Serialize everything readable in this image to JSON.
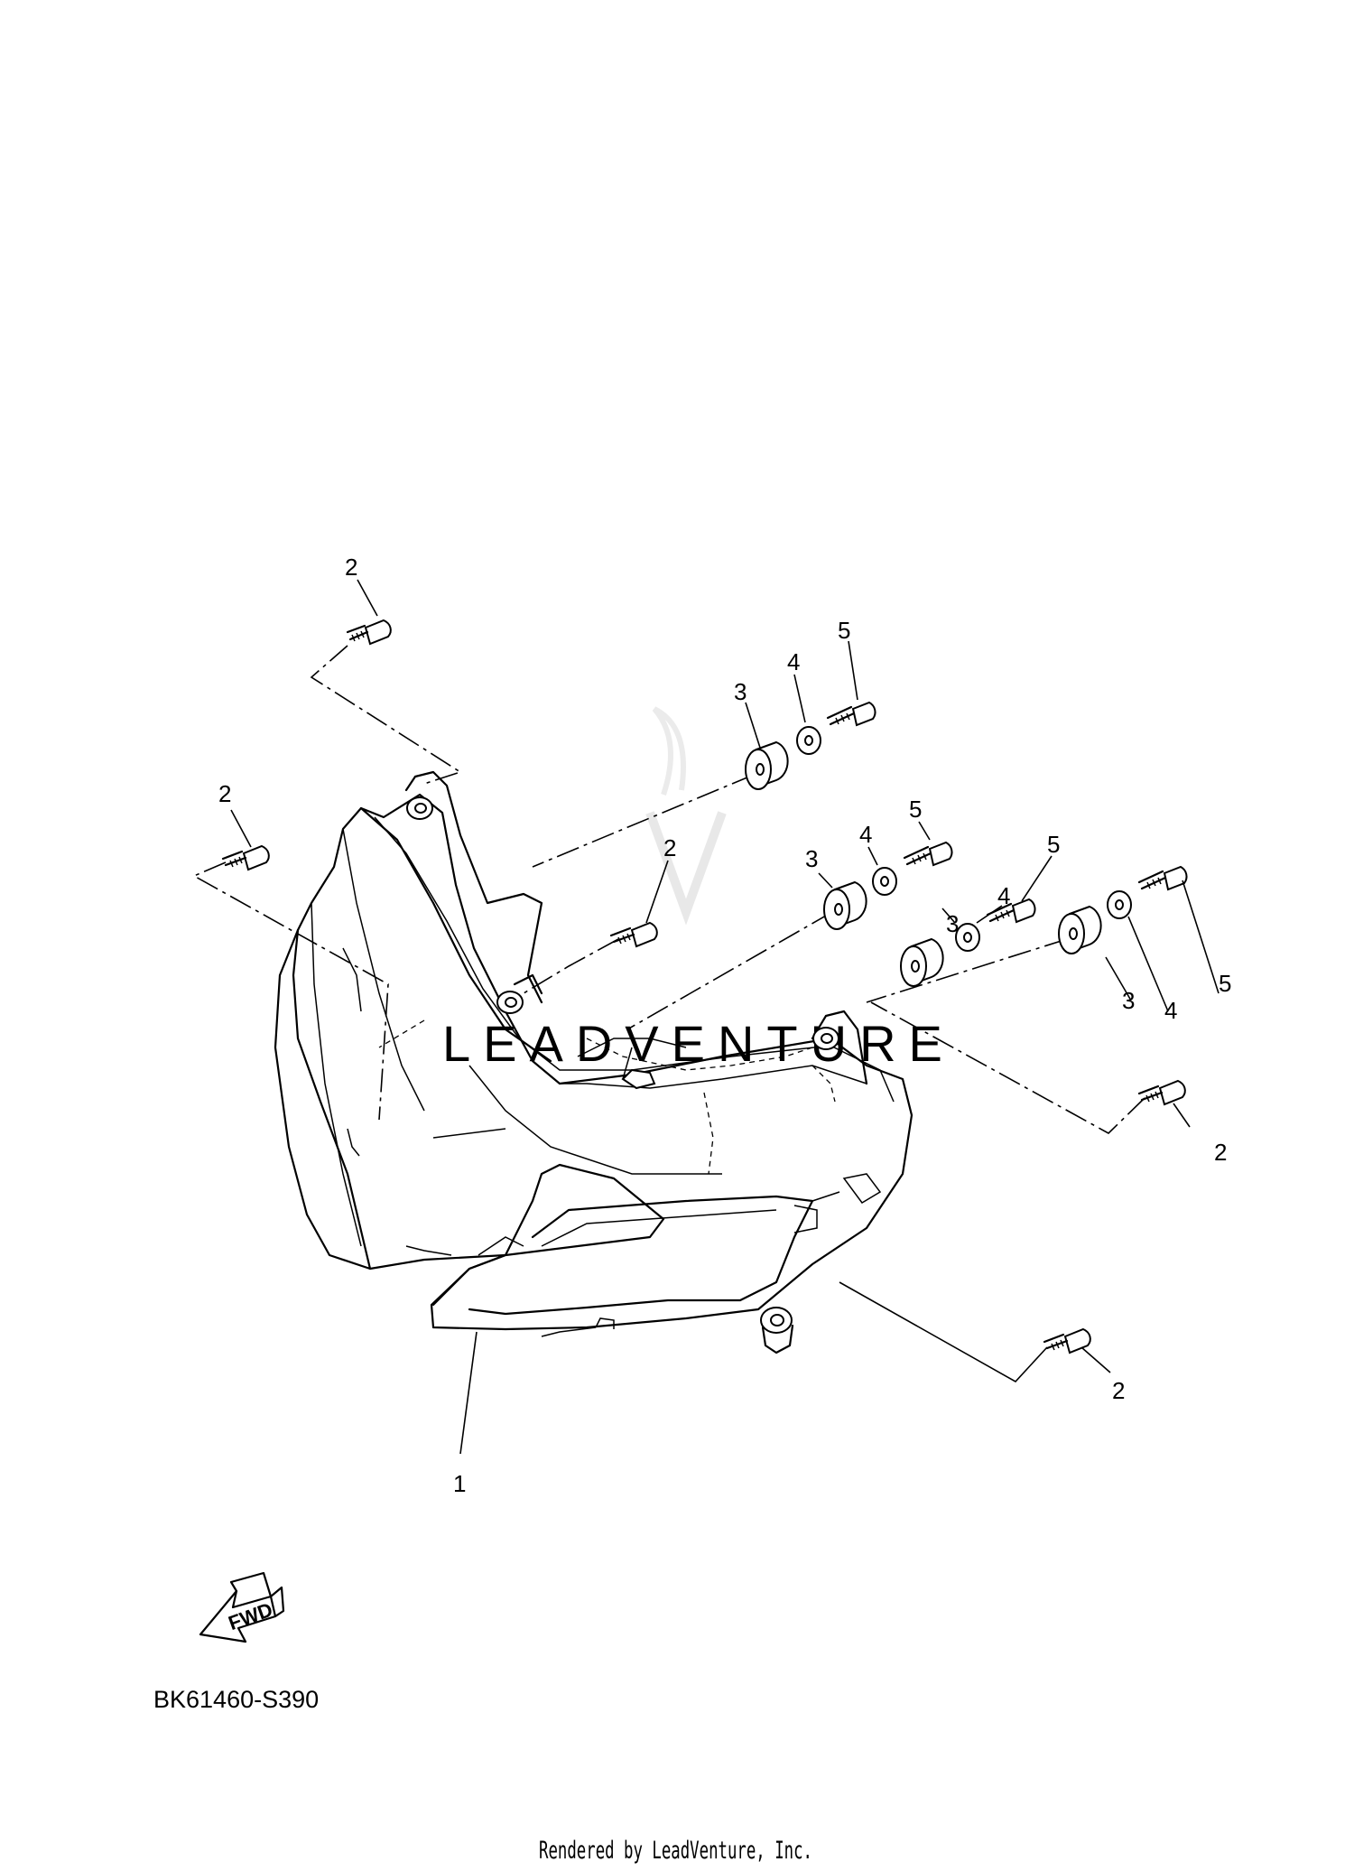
{
  "diagram": {
    "code": "BK61460-S390",
    "fwd_label": "FWD",
    "footer": "Rendered by LeadVenture, Inc.",
    "watermark": "LEADVENTURE",
    "callouts": {
      "c1": "1",
      "c2_top": "2",
      "c2_left": "2",
      "c2_center": "2",
      "c2_right_upper": "2",
      "c2_right_lower": "2",
      "c3_a": "3",
      "c3_b": "3",
      "c3_c": "3",
      "c3_d": "3",
      "c4_a": "4",
      "c4_b": "4",
      "c4_c": "4",
      "c4_d": "4",
      "c5_a": "5",
      "c5_b": "5",
      "c5_c": "5",
      "c5_d": "5"
    }
  }
}
